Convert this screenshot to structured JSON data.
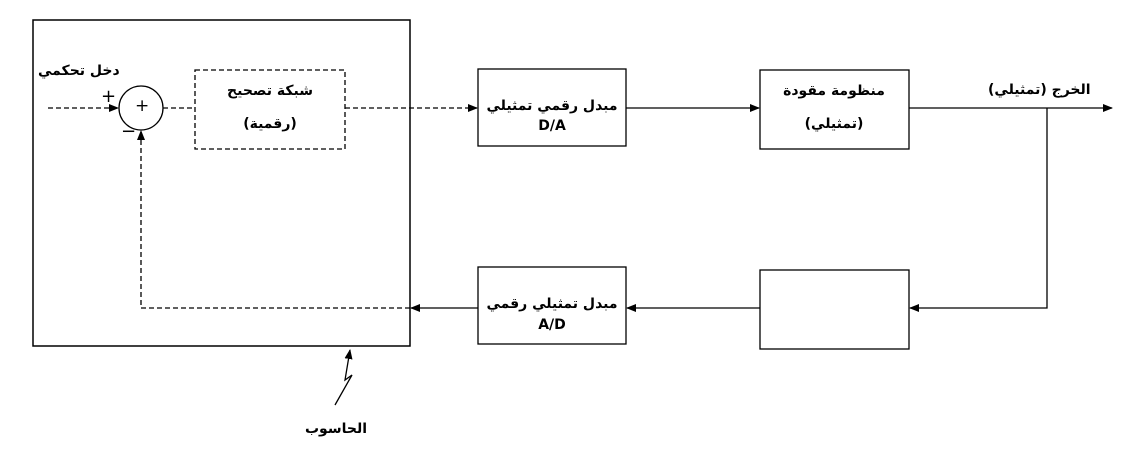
{
  "labels": {
    "control_input": "دخل تحكمي",
    "correction_line1": "شبكة تصحيح",
    "correction_line2": "(رقمية)",
    "dac_line1": "مبدل رقمي تمثيلي",
    "dac_line2": "D/A",
    "plant_line1": "منظومة مقودة",
    "plant_line2": "(تمثيلي)",
    "output": "الخرج (تمثيلي)",
    "adc_line1": "مبدل تمثيلي رقمي",
    "adc_line2": "A/D",
    "computer": "الحاسوب"
  },
  "summing_junction": {
    "symbol": "+",
    "plus_sign": "+",
    "minus_sign": "−"
  }
}
